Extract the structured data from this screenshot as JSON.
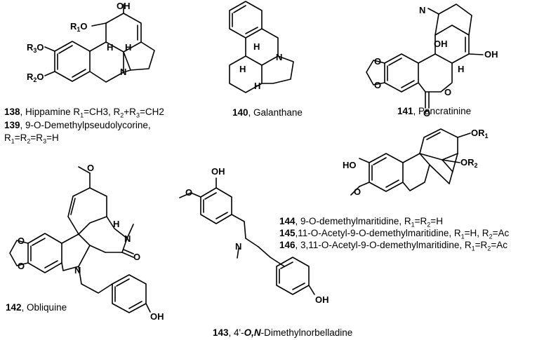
{
  "compounds": [
    {
      "number": "138",
      "name": "Hippamine",
      "substituents": {
        "R1": "CH3",
        "R2R3": "CH2"
      }
    },
    {
      "number": "139",
      "name": "9-O-Demethylpseudolycorine",
      "substituents": {
        "R1R2R3": "H"
      }
    },
    {
      "number": "140",
      "name": "Galanthane"
    },
    {
      "number": "141",
      "name": "Pancratinine"
    },
    {
      "number": "142",
      "name": "Obliquine"
    },
    {
      "number": "143",
      "name_prefix": "4'-",
      "name_italic": "O,N",
      "name_suffix": "-Dimethylnorbelladine"
    },
    {
      "number": "144",
      "name": "9-O-demethylmaritidine",
      "substituents": {
        "R1R2": "H"
      }
    },
    {
      "number": "145",
      "name": "11-O-Acetyl-9-O-demethylmaritidine",
      "substituents": {
        "R1": "H",
        "R2": "Ac"
      }
    },
    {
      "number": "146",
      "name": "3,11-O-Acetyl-9-O-demethylmaritidine",
      "substituents": {
        "R1R2": "Ac"
      }
    }
  ],
  "atom_labels": {
    "oh": "OH",
    "h": "H",
    "n": "N",
    "o": "O",
    "r1o": "R1O",
    "r2o": "R2O",
    "r3o": "R3O",
    "or1": "OR1",
    "or2": "OR2",
    "ho": "HO"
  }
}
